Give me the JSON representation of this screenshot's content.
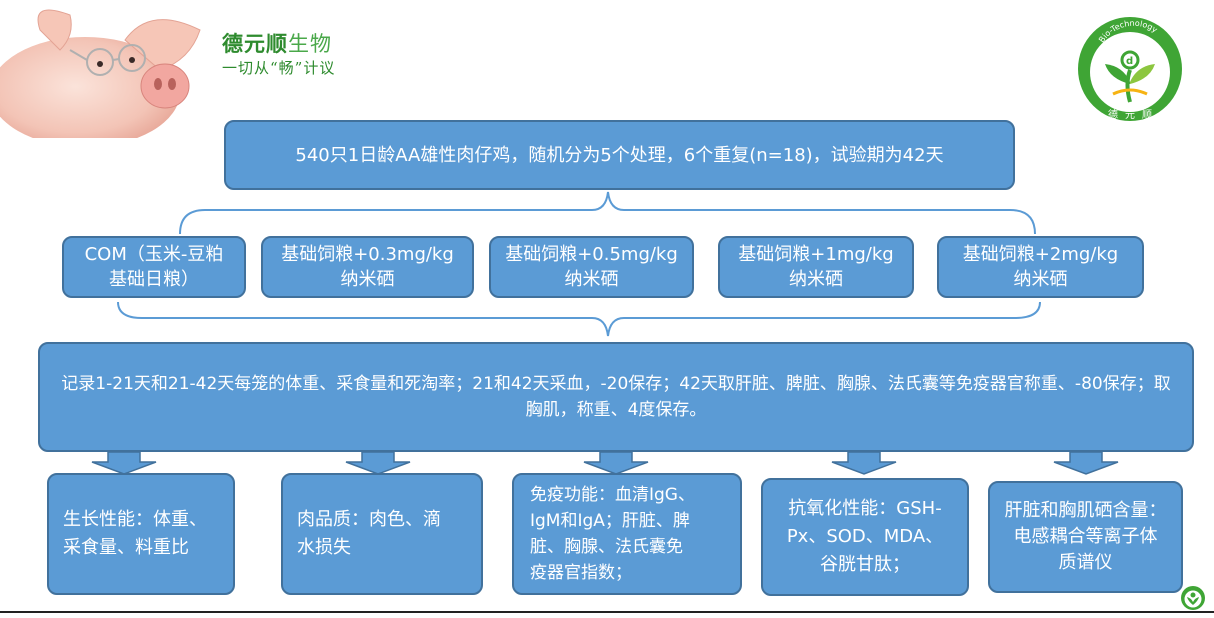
{
  "brand": {
    "name_bold": "德元顺",
    "name_light": "生物",
    "slogan": "一切从“畅”计议",
    "logo_text": "Bio-Technology",
    "logo_cn": [
      "德",
      "元",
      "顺"
    ]
  },
  "diagram": {
    "top": "540只1日龄AA雄性肉仔鸡，随机分为5个处理，6个重复(n=18)，试验期为42天",
    "treatments": [
      "COM（玉米-豆粕\n基础日粮）",
      "基础饲粮+0.3mg/kg\n纳米硒",
      "基础饲粮+0.5mg/kg\n纳米硒",
      "基础饲粮+1mg/kg\n纳米硒",
      "基础饲粮+2mg/kg\n纳米硒"
    ],
    "procedure": "记录1-21天和21-42天每笼的体重、采食量和死淘率；21和42天采血，-20保存；42天取肝脏、脾脏、胸腺、法氏囊等免疫器官称重、-80保存；取胸肌，称重、4度保存。",
    "outcomes": [
      "生长性能：体重、\n采食量、料重比",
      "肉品质：肉色、滴\n水损失",
      "免疫功能：血清IgG、\nIgM和IgA；肝脏、脾\n脏、胸腺、法氏囊免\n疫器官指数；",
      "抗氧化性能：GSH-\nPx、SOD、MDA、\n谷胱甘肽；",
      "肝脏和胸肌硒含量：\n电感耦合等离子体\n质谱仪"
    ]
  },
  "colors": {
    "box_fill": "#5b9bd5",
    "box_border": "#41719c",
    "brand_green": "#2e8b2e"
  }
}
